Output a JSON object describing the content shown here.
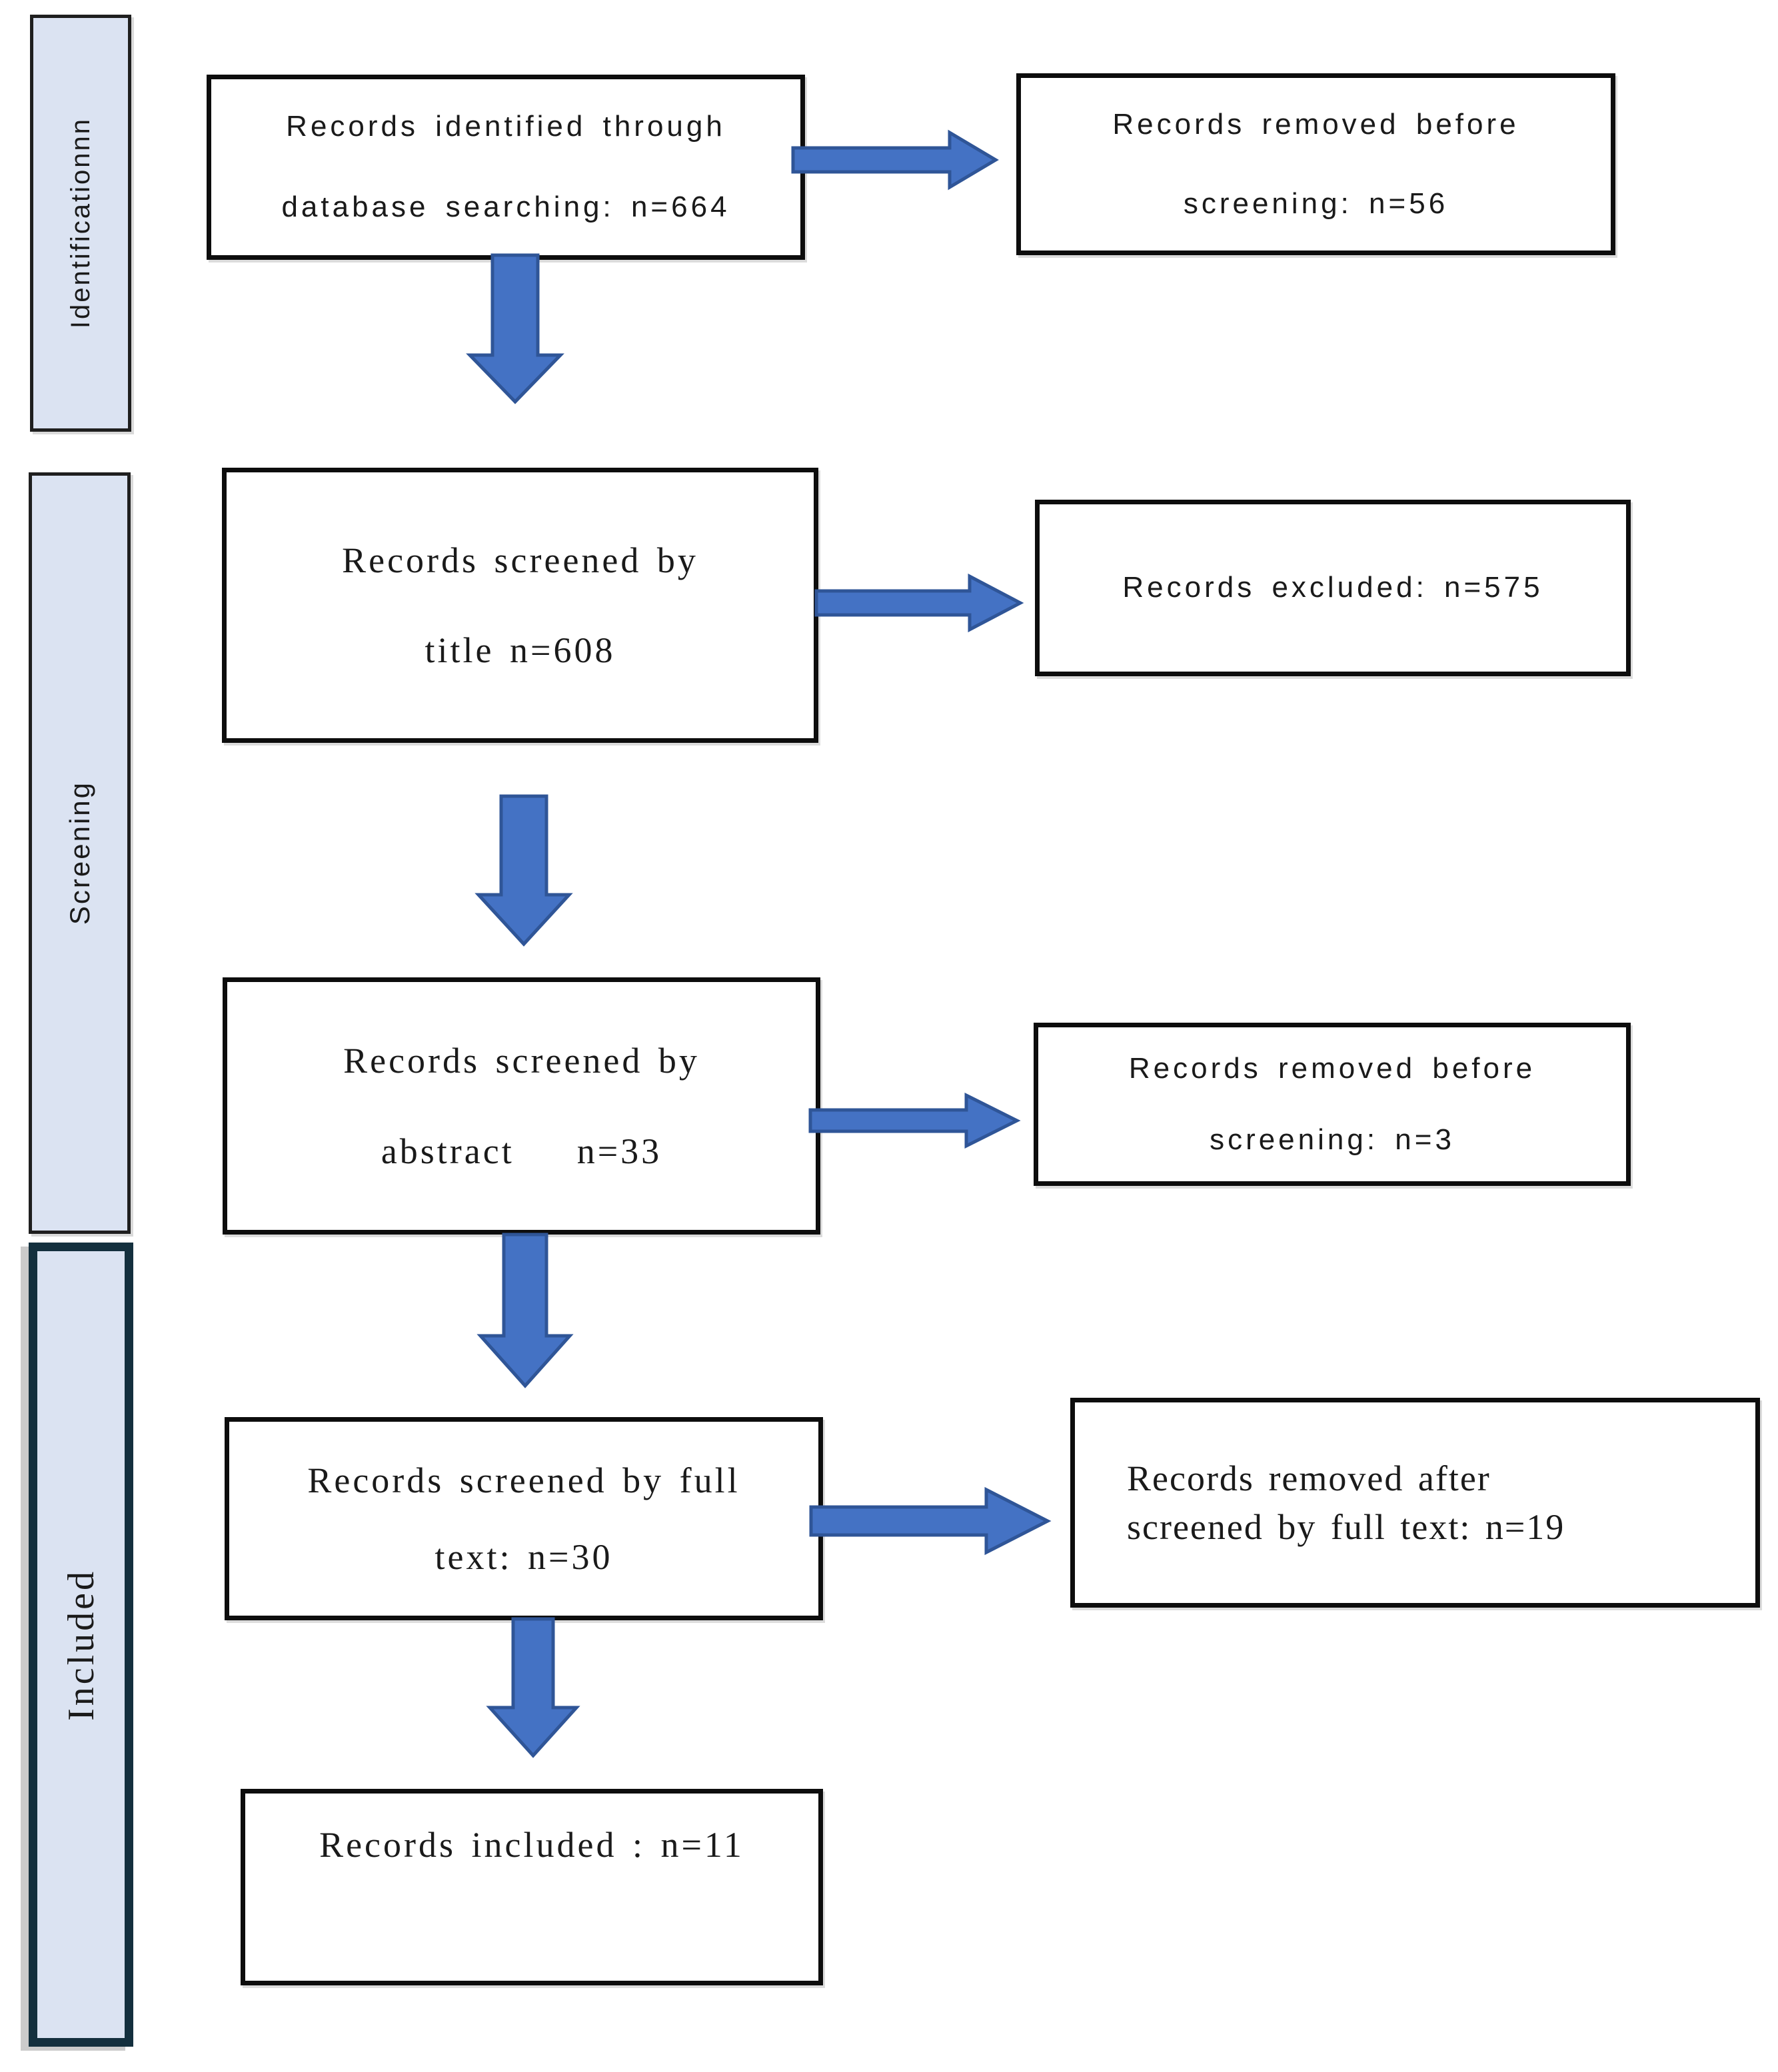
{
  "figure": {
    "type": "prisma-flow-diagram",
    "description": "Records screening flow diagram"
  },
  "colors": {
    "arrow-fill": "#4472c4",
    "arrow-stroke": "#2f5597",
    "stage-fill": "#dbe3f2",
    "stage-border": "#1f1f1f",
    "included-border": "#14303e",
    "box-border": "#0d0d0d",
    "box-fill": "#ffffff",
    "text": "#1a1a1a"
  },
  "stages": [
    {
      "id": "identification",
      "label": "Identificationnn"
    },
    {
      "id": "screening",
      "label": "Screening"
    },
    {
      "id": "included",
      "label": "Included"
    }
  ],
  "boxes": {
    "identified": {
      "line1": "Records identified through",
      "line2": "database searching: n=664",
      "n": 664
    },
    "removed_before_screening_1": {
      "line1": "Records removed before",
      "line2": "screening: n=56",
      "n": 56
    },
    "screened_title": {
      "line1": "Records screened by",
      "line2": "title n=608",
      "n": 608
    },
    "excluded": {
      "line1": "Records excluded: n=575",
      "n": 575
    },
    "screened_abstract": {
      "line1": "Records screened by",
      "line2": "abstract    n=33",
      "n": 33
    },
    "removed_before_screening_2": {
      "line1": "Records removed before",
      "line2": "screening: n=3",
      "n": 3
    },
    "screened_fulltext": {
      "line1": "Records screened by full",
      "line2": "text: n=30",
      "n": 30
    },
    "removed_after_fulltext": {
      "line1": "Records removed after",
      "line2": "screened by full text: n=19",
      "n": 19
    },
    "included_records": {
      "line1": "Records included : n=11",
      "n": 11
    }
  }
}
